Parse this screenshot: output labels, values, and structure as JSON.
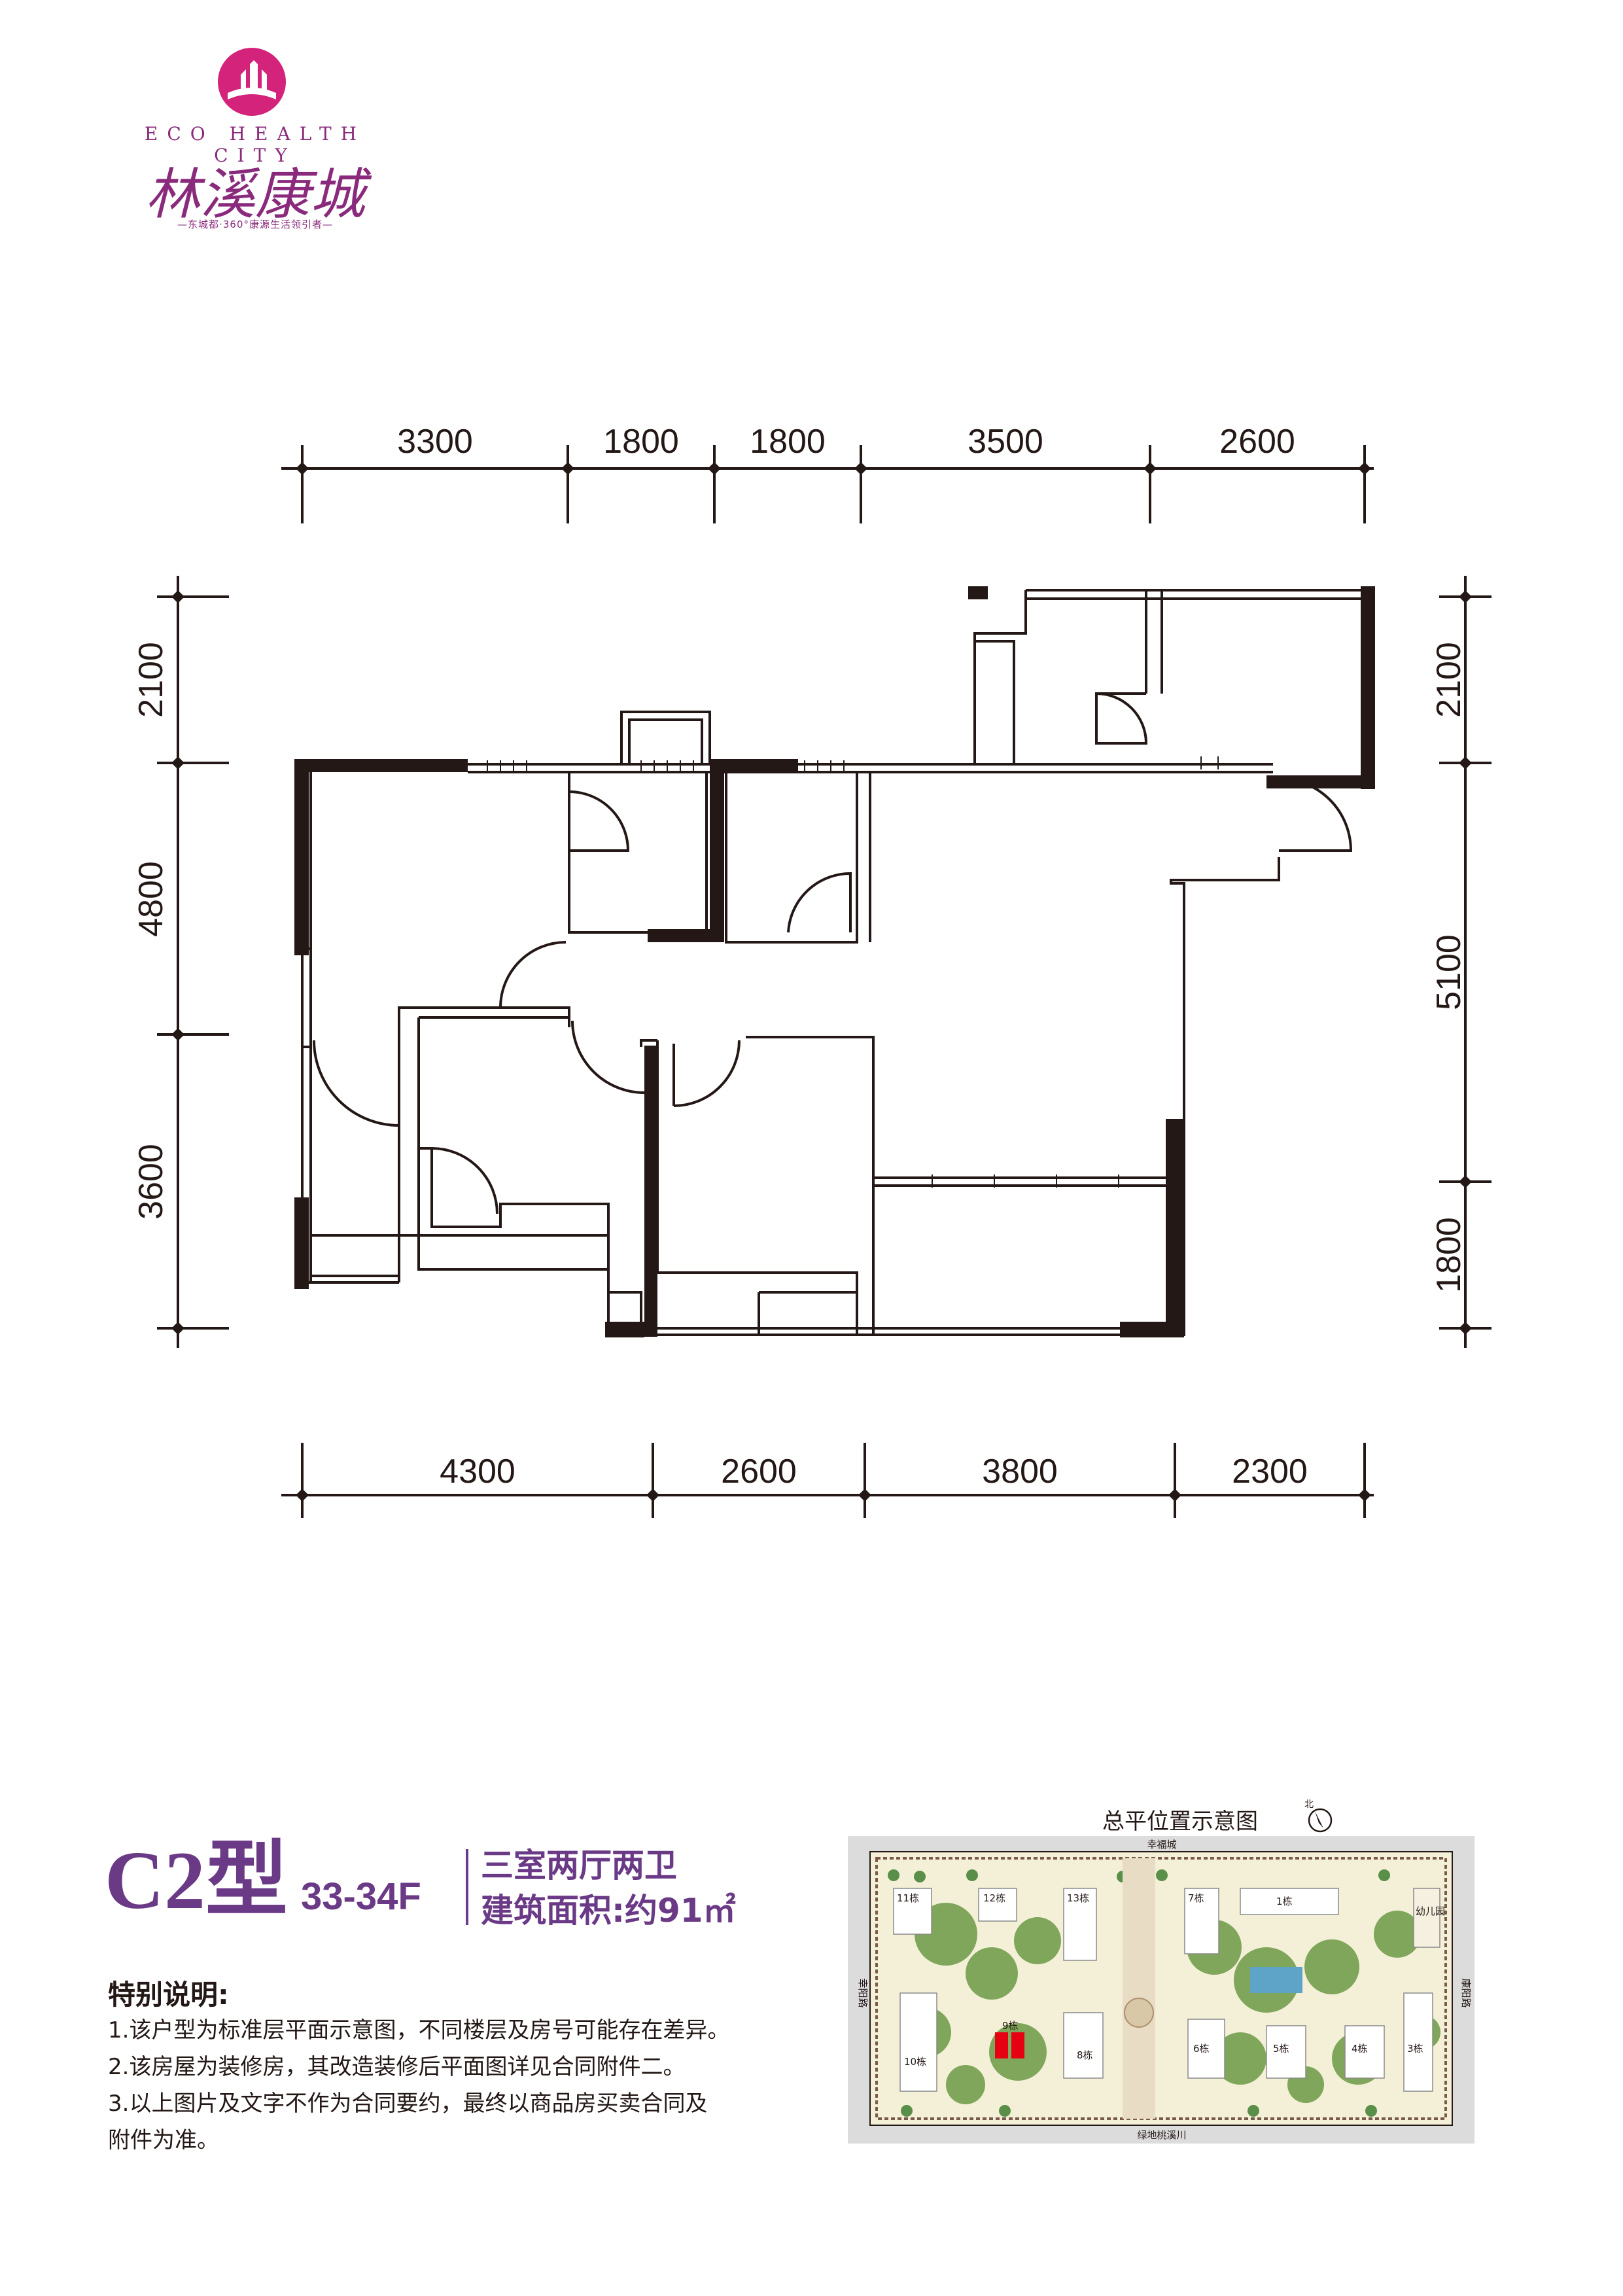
{
  "logo": {
    "en": "ECO HEALTH CITY",
    "cn": "林溪康城",
    "tagline": "—东城都·360°康源生活领引者—"
  },
  "dimensions": {
    "top": [
      "3300",
      "1800",
      "1800",
      "3500",
      "2600"
    ],
    "bottom": [
      "4300",
      "2600",
      "3800",
      "2300"
    ],
    "left": [
      "2100",
      "4800",
      "3600"
    ],
    "right": [
      "2100",
      "5100",
      "1800"
    ]
  },
  "unit": {
    "type_code": "C2型",
    "floors": "33-34F",
    "rooms": "三室两厅两卫",
    "area": "建筑面积:约91㎡"
  },
  "notes": {
    "title": "特别说明:",
    "items": [
      "1.该户型为标准层平面示意图，不同楼层及房号可能存在差异。",
      "2.该房屋为装修房，其改造装修后平面图详见合同附件二。",
      "3.以上图片及文字不作为合同要约，最终以商品房买卖合同及",
      "附件为准。"
    ]
  },
  "site_plan": {
    "title": "总平位置示意图",
    "north_label": "北",
    "roads": {
      "top": "幸福城",
      "bottom": "绿地桃溪川",
      "left": "幸阳路",
      "right": "康阳路"
    },
    "buildings": [
      "11栋",
      "12栋",
      "13栋",
      "10栋",
      "9栋",
      "8栋",
      "7栋",
      "1栋",
      "6栋",
      "5栋",
      "4栋",
      "3栋"
    ],
    "kindergarten": "幼儿园",
    "highlight": "9栋",
    "highlight_color": "#e60012"
  }
}
